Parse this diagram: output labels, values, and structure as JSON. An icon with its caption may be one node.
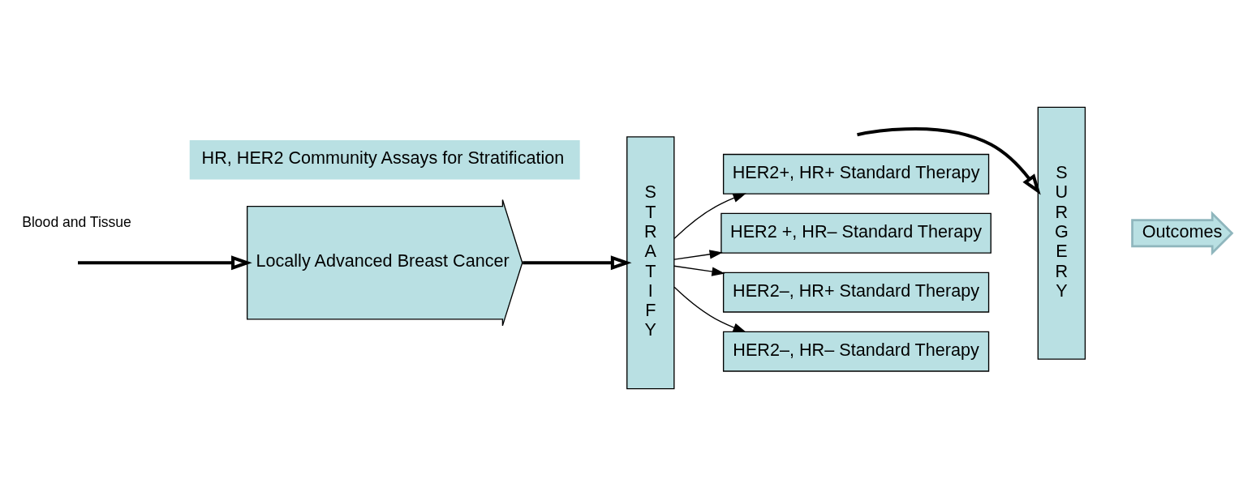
{
  "diagram": {
    "nodes": [
      {
        "text": [
          "Locally Advanced Breast Cancer"
        ]
      },
      {
        "text": [
          "S T R A T I F Y"
        ]
      },
      {
        "text": [
          "HER2+, HR+ Standard Therapy"
        ]
      },
      {
        "text": [
          "HER2 +, HR– Standard Therapy"
        ]
      },
      {
        "text": [
          "HER2–, HR+ Standard Therapy"
        ]
      },
      {
        "text": [
          "HER2–, HR– Standard Therapy"
        ]
      },
      {
        "text": [
          "S U R G E R Y"
        ]
      },
      {
        "text": [
          "Outcomes"
        ]
      },
      {
        "text": [
          "HR, HER2 Community Assays for Stratification"
        ]
      }
    ],
    "edges": [
      {
        "from": 0,
        "to": 1,
        "arrow": "to",
        "style": "thick"
      },
      {
        "from": 1,
        "to": 2,
        "arrow": "to"
      },
      {
        "from": 1,
        "to": 3,
        "arrow": "to"
      },
      {
        "from": 1,
        "to": 4,
        "arrow": "to"
      },
      {
        "from": 1,
        "to": 5,
        "arrow": "to"
      },
      {
        "from": null,
        "to": 0,
        "arrow": "to",
        "style": "thick"
      },
      {
        "from": null,
        "to": 6,
        "arrow": "to",
        "style": "thick"
      }
    ],
    "labels": [
      "Blood and Tissue"
    ]
  }
}
